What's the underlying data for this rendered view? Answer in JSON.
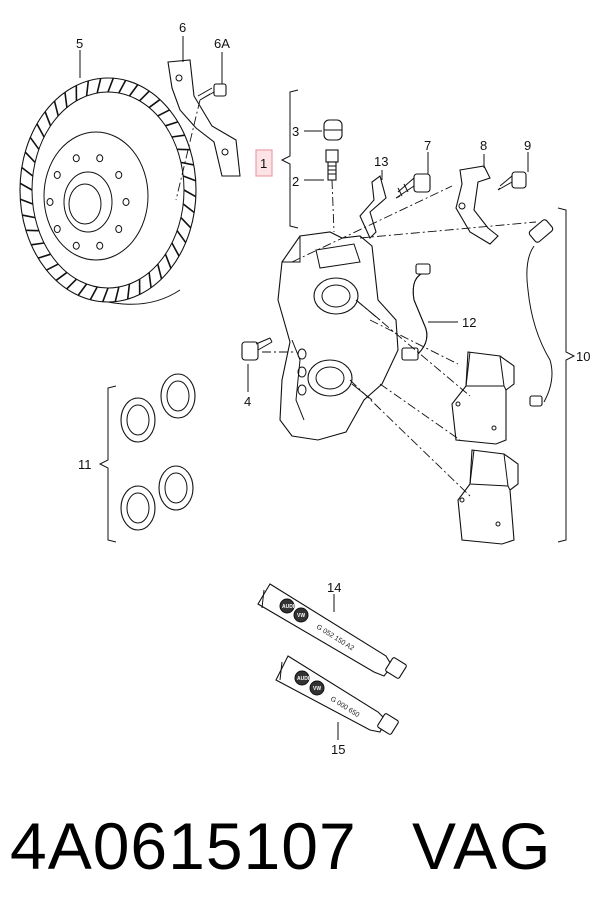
{
  "callouts": {
    "c1": "1",
    "c2": "2",
    "c3": "3",
    "c4": "4",
    "c5": "5",
    "c6": "6",
    "c6a": "6A",
    "c7": "7",
    "c8": "8",
    "c9": "9",
    "c10": "10",
    "c11": "11",
    "c12": "12",
    "c13": "13",
    "c14": "14",
    "c15": "15"
  },
  "tubes": {
    "tube14_code": "G 052 150 A2",
    "tube15_code": "G 000 650",
    "seal_audi": "AUDI",
    "seal_vw": "VW"
  },
  "footer": {
    "part_number": "4A0615107",
    "brand": "VAG"
  },
  "colors": {
    "highlight_box": "#e8a0a8",
    "highlight_fill": "#fbe3e6",
    "line": "#111111"
  }
}
